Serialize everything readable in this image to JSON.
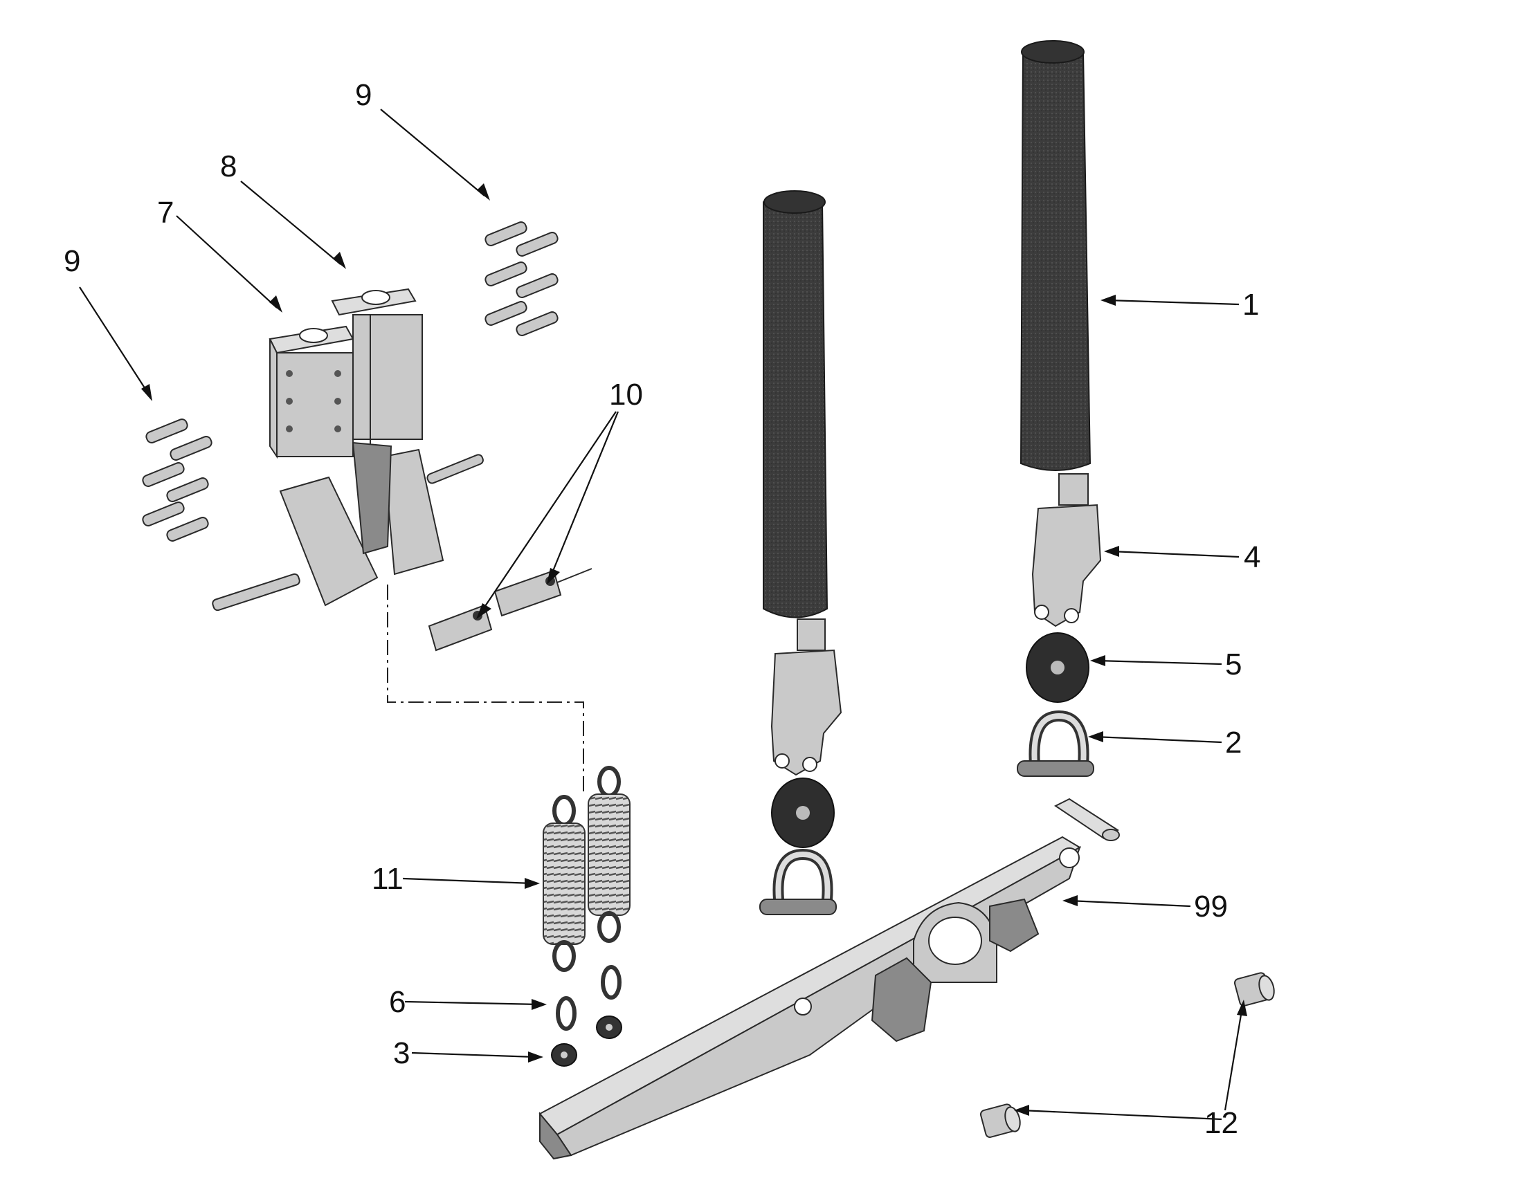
{
  "diagram": {
    "callouts": [
      {
        "id": "c1",
        "label": "1"
      },
      {
        "id": "c2",
        "label": "2"
      },
      {
        "id": "c3",
        "label": "3"
      },
      {
        "id": "c4",
        "label": "4"
      },
      {
        "id": "c5",
        "label": "5"
      },
      {
        "id": "c6",
        "label": "6"
      },
      {
        "id": "c7",
        "label": "7"
      },
      {
        "id": "c8",
        "label": "8"
      },
      {
        "id": "c9a",
        "label": "9"
      },
      {
        "id": "c9b",
        "label": "9"
      },
      {
        "id": "c10",
        "label": "10"
      },
      {
        "id": "c11",
        "label": "11"
      },
      {
        "id": "c12",
        "label": "12"
      },
      {
        "id": "c99",
        "label": "99"
      }
    ]
  }
}
